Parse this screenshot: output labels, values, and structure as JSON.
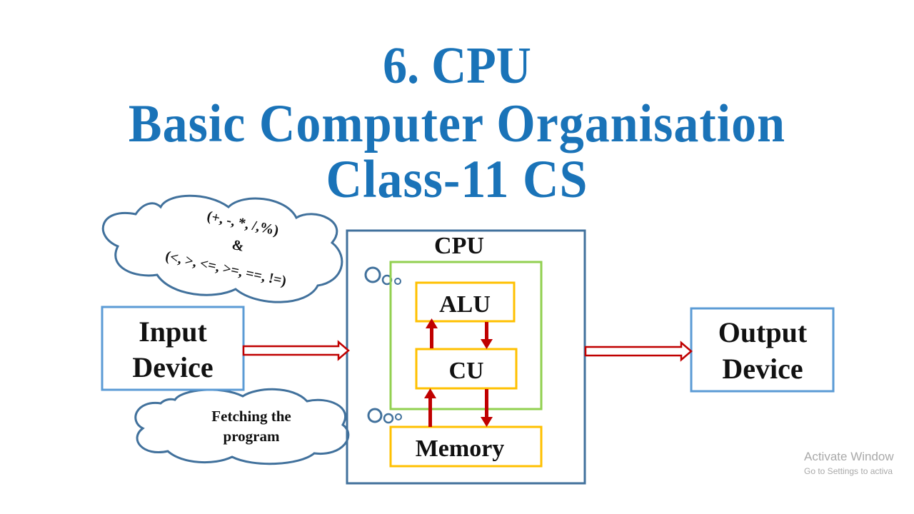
{
  "title": {
    "line1": "6. CPU",
    "line2": "Basic Computer Organisation",
    "line3": "Class-11 CS"
  },
  "diagram": {
    "input_device": [
      "Input",
      "Device"
    ],
    "output_device": [
      "Output",
      "Device"
    ],
    "cpu_label": "CPU",
    "alu_label": "ALU",
    "cu_label": "CU",
    "memory_label": "Memory",
    "cloud_operators": [
      "(+, -, *, /,%)",
      "&",
      "(<, >, <=, >=, ==, !=)"
    ],
    "cloud_fetch": [
      "Fetching the",
      "program"
    ]
  },
  "colors": {
    "title": "#1a73b8",
    "device_border": "#5b9bd5",
    "cpu_border": "#41719c",
    "green_border": "#92d050",
    "unit_border": "#ffc000",
    "arrow": "#c00000",
    "cloud_border": "#41719c"
  },
  "watermark": {
    "line1": "Activate Window",
    "line2": "Go to Settings to activa"
  }
}
